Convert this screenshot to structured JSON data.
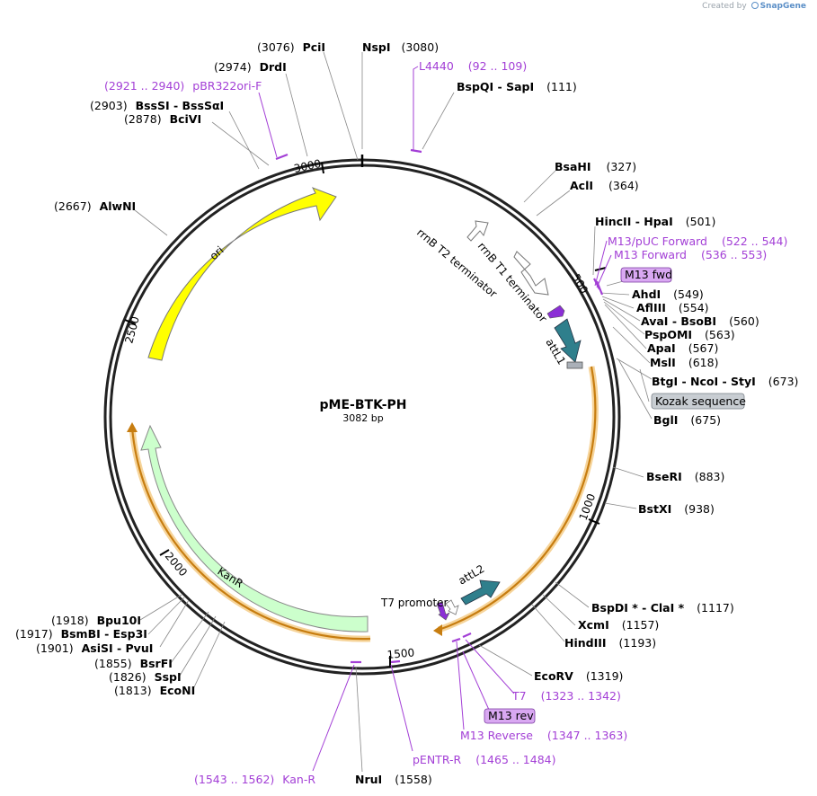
{
  "credit": {
    "prefix": "Created by",
    "brand": "SnapGene"
  },
  "plasmid": {
    "name": "pME-BTK-PH",
    "length_label": "3082 bp"
  },
  "ticks": [
    {
      "label": "500"
    },
    {
      "label": "1000"
    },
    {
      "label": "1500"
    },
    {
      "label": "2000"
    },
    {
      "label": "2500"
    },
    {
      "label": "3000"
    }
  ],
  "sites": [
    {
      "pos": "(3076)",
      "name": "PciI"
    },
    {
      "pos": "(3080)",
      "name": "NspI"
    },
    {
      "pos": "(2974)",
      "name": "DrdI"
    },
    {
      "pos": "(111)",
      "name": "BspQI  -  SapI"
    },
    {
      "pos": "(2903)",
      "name": "BssSI  -  BssSαI"
    },
    {
      "pos": "(2878)",
      "name": "BciVI"
    },
    {
      "pos": "(327)",
      "name": "BsaHI"
    },
    {
      "pos": "(364)",
      "name": "AclI"
    },
    {
      "pos": "(2667)",
      "name": "AlwNI"
    },
    {
      "pos": "(501)",
      "name": "HincII  -  HpaI"
    },
    {
      "pos": "(549)",
      "name": "AhdI"
    },
    {
      "pos": "(554)",
      "name": "AflIII"
    },
    {
      "pos": "(560)",
      "name": "AvaI  -  BsoBI"
    },
    {
      "pos": "(563)",
      "name": "PspOMI"
    },
    {
      "pos": "(567)",
      "name": "ApaI"
    },
    {
      "pos": "(618)",
      "name": "MslI"
    },
    {
      "pos": "(673)",
      "name": "BtgI  -  NcoI  -  StyI"
    },
    {
      "pos": "(675)",
      "name": "BglI"
    },
    {
      "pos": "(883)",
      "name": "BseRI"
    },
    {
      "pos": "(938)",
      "name": "BstXI"
    },
    {
      "pos": "(1117)",
      "name": "BspDI *  -  ClaI *"
    },
    {
      "pos": "(1157)",
      "name": "XcmI"
    },
    {
      "pos": "(1193)",
      "name": "HindIII"
    },
    {
      "pos": "(1319)",
      "name": "EcoRV"
    },
    {
      "pos": "(1558)",
      "name": "NruI"
    },
    {
      "pos": "(1918)",
      "name": "Bpu10I"
    },
    {
      "pos": "(1917)",
      "name": "BsmBI  -  Esp3I"
    },
    {
      "pos": "(1901)",
      "name": "AsiSI  -  PvuI"
    },
    {
      "pos": "(1855)",
      "name": "BsrFI"
    },
    {
      "pos": "(1826)",
      "name": "SspI"
    },
    {
      "pos": "(1813)",
      "name": "EcoNI"
    }
  ],
  "primers": [
    {
      "name": "L4440",
      "range": "(92 .. 109)"
    },
    {
      "name": "pBR322ori-F",
      "range": "(2921 .. 2940)"
    },
    {
      "name": "M13/pUC Forward",
      "range": "(522 .. 544)"
    },
    {
      "name": "M13 Forward",
      "range": "(536 .. 553)"
    },
    {
      "name": "T7",
      "range": "(1323 .. 1342)"
    },
    {
      "name": "M13 Reverse",
      "range": "(1347 .. 1363)"
    },
    {
      "name": "pENTR-R",
      "range": "(1465 .. 1484)"
    },
    {
      "name": "Kan-R",
      "range": "(1543 .. 1562)"
    }
  ],
  "boxed_labels": [
    "M13 fwd",
    "Kozak sequence",
    "M13 rev"
  ],
  "features": [
    {
      "name": "ori",
      "color": "#ffff00"
    },
    {
      "name": "rrnB T2 terminator",
      "color": "#ffffff"
    },
    {
      "name": "rrnB T1 terminator",
      "color": "#ffffff"
    },
    {
      "name": "attL1",
      "color": "#2f7f8c"
    },
    {
      "name": "attL2",
      "color": "#2f7f8c"
    },
    {
      "name": "T7 promoter",
      "color": "#ffffff"
    },
    {
      "name": "KanR",
      "color": "#ccffcc"
    }
  ],
  "colors": {
    "primer": "#a33fd6",
    "orf": "#e8a020",
    "backbone": "#222222",
    "box_purple": "#d9a8f2",
    "box_gray": "#c8cdd2"
  }
}
